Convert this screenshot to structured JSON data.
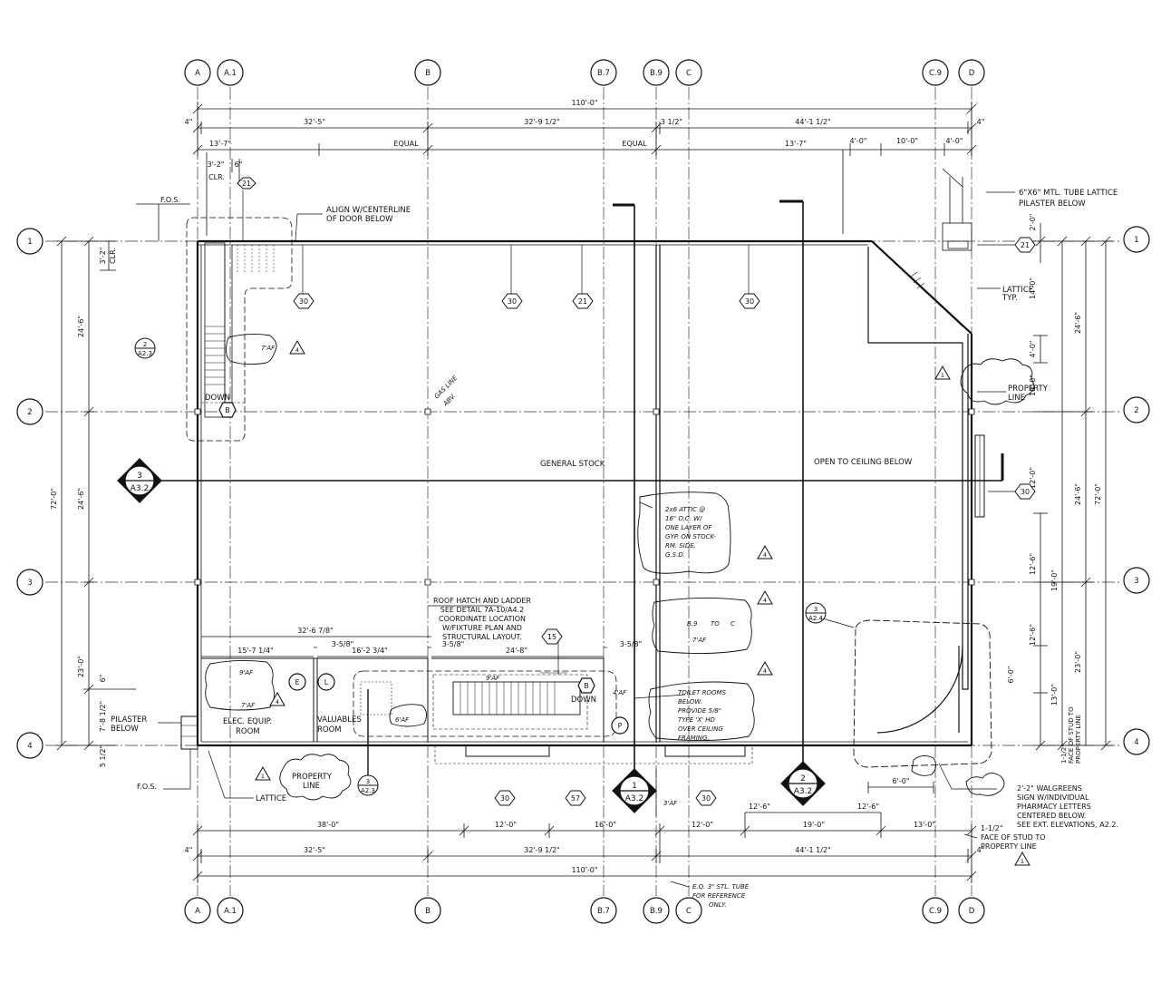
{
  "grid": {
    "columns": [
      "A",
      "A.1",
      "B",
      "B.7",
      "B.9",
      "C",
      "C.9",
      "D"
    ],
    "rows": [
      "1",
      "2",
      "3",
      "4"
    ]
  },
  "dimensions": {
    "overall_top": "110'-0\"",
    "overall_bottom": "110'-0\"",
    "top_a": "4\"",
    "top_b": "32'-5\"",
    "top_c": "32'-9 1/2\"",
    "top_d": "3 1/2\"",
    "top_e": "44'-1 1/2\"",
    "top_f": "4\"",
    "sub_a": "13'-7\"",
    "sub_b": "EQUAL",
    "sub_c": "EQUAL",
    "sub_d": "13'-7\"",
    "sub_e": "4'-0\"",
    "sub_f": "10'-0\"",
    "sub_g": "4'-0\"",
    "stair_a": "3'-2\"",
    "stair_b": "6\"",
    "stair_clr": "CLR.",
    "stair_c": "3'-2\"",
    "stair_c_clr": "CLR.",
    "fos": "F.O.S.",
    "fos_b": "F.O.S.",
    "left_a": "24'-6\"",
    "left_b": "72'-0\"",
    "left_c": "24'-6\"",
    "left_d": "23'-0\"",
    "left_e": "6\"",
    "left_f": "7'-8 1/2\"",
    "left_g": "5 1/2\"",
    "right_a": "2'-0\"",
    "right_b": "14'-0\"",
    "right_c": "4'-0\"",
    "right_d": "14'-0\"",
    "right_e": "12'-0\"",
    "right_f": "12'-6\"",
    "right_g": "12'-6\"",
    "right_h": "6'-0\"",
    "right_i": "13'-0\"",
    "right_j": "24'-6\"",
    "right_k": "24'-6\"",
    "right_l": "72'-0\"",
    "right_m": "19'-0\"",
    "right_n": "23'-0\"",
    "int_a": "32'-6 7/8\"",
    "int_b": "3-5/8\"",
    "int_c": "15'-7 1/4\"",
    "int_d": "16'-2 3/4\"",
    "int_e": "3-5/8\"",
    "int_f": "24'-8\"",
    "int_g": "3-5/8\"",
    "bot_a": "38'-0\"",
    "bot_b": "12'-0\"",
    "bot_c": "16'-0\"",
    "bot_d": "12'-0\"",
    "bot_e": "19'-0\"",
    "bot_f": "13'-0\"",
    "bot_g": "12'-6\"",
    "bot_h": "12'-6\"",
    "bot_i": "6'-0\"",
    "bot_j": "4\"",
    "bot_k": "32'-5\"",
    "bot_l": "32'-9 1/2\"",
    "bot_m": "44'-1 1/2\"",
    "bot_n": "4\""
  },
  "labels": {
    "general_stock": "GENERAL STOCK",
    "open_ceiling": "OPEN TO CEILING BELOW",
    "elec_room_1": "ELEC. EQUIP.",
    "elec_room_2": "ROOM",
    "valuables_1": "VALUABLES",
    "valuables_2": "ROOM",
    "down_a": "DOWN",
    "down_b": "DOWN",
    "property_line_a_1": "PROPERTY",
    "property_line_a_2": "LINE",
    "property_line_b_1": "PROPERTY",
    "property_line_b_2": "LINE",
    "lattice": "LATTICE",
    "lattice_typ_1": "LATTICE",
    "lattice_typ_2": "TYP.",
    "pilaster_1": "PILASTER",
    "pilaster_2": "BELOW",
    "mtl_tube_1": "6\"X6\" MTL. TUBE LATTICE",
    "mtl_tube_2": "PILASTER BELOW",
    "align_1": "ALIGN W/CENTERLINE",
    "align_2": "OF DOOR BELOW",
    "roof_1": "ROOF HATCH AND LADDER",
    "roof_2": "SEE DETAIL 7A-10/A4.2",
    "roof_3": "COORDINATE LOCATION",
    "roof_4": "W/FIXTURE PLAN AND",
    "roof_5": "STRUCTURAL LAYOUT.",
    "sign_1": "2'-2\" WALGREENS",
    "sign_2": "SIGN W/INDIVIDUAL",
    "sign_3": "PHARMACY LETTERS",
    "sign_4": "CENTERED BELOW.",
    "sign_5": "SEE EXT. ELEVATIONS, A2.2.",
    "face_1": "1-1/2\"",
    "face_2": "FACE OF STUD TO",
    "face_3": "PROPERTY LINE",
    "face_v_1": "1-1/2\"",
    "face_v_2": "FACE OF STUD TO",
    "face_v_3": "PROPERTY LINE",
    "hand_a": "2x6 ATTIC @",
    "hand_b": "16\" O.C. W/",
    "hand_c": "ONE LAYER OF",
    "hand_d": "GYP. ON STOCK-",
    "hand_e": "RM. SIDE.",
    "hand_f": "G.S.D.",
    "hand_g": "TOILET ROOMS",
    "hand_h": "BELOW.",
    "hand_i": "PROVIDE 5/8\"",
    "hand_j": "TYPE 'X' HD",
    "hand_k": "OVER CEILING",
    "hand_l": "FRAMING.",
    "hand_m": "E.Q. 3\" STL. TUBE",
    "hand_n": "FOR REFERENCE",
    "hand_o": "ONLY.",
    "hand_p": "GAS LINE",
    "hand_q": "ABV.",
    "hand_r": "B.9",
    "hand_s": "TO",
    "hand_t": "C",
    "hand_u": "7'AF",
    "hand_v": "9'AF",
    "hand_w": "7'AF",
    "hand_x": "6'AF",
    "hand_y": "9'AF",
    "hand_z": "3'AF",
    "hand_aa": "4'AF",
    "hand_ab": "7'AF"
  },
  "tags": {
    "t21a": "21",
    "t21b": "21",
    "t21c": "21",
    "t30a": "30",
    "t30b": "30",
    "t30c": "30",
    "t30d": "30",
    "t30e": "30",
    "t30f": "30",
    "t15": "15",
    "t57": "57",
    "hexBa": "B",
    "hexBb": "B",
    "circE": "E",
    "circL": "L",
    "circP": "P",
    "sub_2_a": "2",
    "sub_2_b": "A2.3",
    "sub_3_a": "3",
    "sub_3_b": "A2.3",
    "sub_3c_a": "3",
    "sub_3c_b": "A2.4",
    "sec3_n": "3",
    "sec3_s": "A3.2",
    "sec1_n": "1",
    "sec1_s": "A3.2",
    "sec2_n": "2",
    "sec2_s": "A3.2",
    "delta_1": "1",
    "delta_4": "4"
  }
}
